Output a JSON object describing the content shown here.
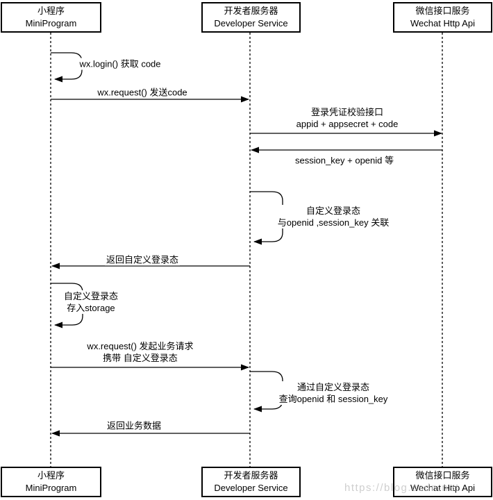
{
  "diagram": {
    "title_hint": "WeChat MiniProgram login sequence",
    "actors": [
      {
        "id": "miniprogram",
        "zh": "小程序",
        "en": "MiniProgram"
      },
      {
        "id": "developer-service",
        "zh": "开发者服务器",
        "en": "Developer Service"
      },
      {
        "id": "wechat-api",
        "zh": "微信接口服务",
        "en": "Wechat Http Api"
      }
    ],
    "messages": [
      {
        "type": "self",
        "from": "miniprogram",
        "to": "miniprogram",
        "line1": "wx.login() 获取 code"
      },
      {
        "type": "arrow",
        "from": "miniprogram",
        "to": "developer-service",
        "line1": "wx.request() 发送code"
      },
      {
        "type": "arrow",
        "from": "developer-service",
        "to": "wechat-api",
        "line1": "登录凭证校验接口",
        "line2": "appid + appsecret + code"
      },
      {
        "type": "arrow",
        "from": "wechat-api",
        "to": "developer-service",
        "line1": "session_key + openid 等"
      },
      {
        "type": "self",
        "from": "developer-service",
        "to": "developer-service",
        "line1": "自定义登录态",
        "line2": "与openid ,session_key 关联"
      },
      {
        "type": "arrow",
        "from": "developer-service",
        "to": "miniprogram",
        "line1": "返回自定义登录态"
      },
      {
        "type": "self",
        "from": "miniprogram",
        "to": "miniprogram",
        "line1": "自定义登录态",
        "line2": "存入storage"
      },
      {
        "type": "arrow",
        "from": "miniprogram",
        "to": "developer-service",
        "line1": "wx.request() 发起业务请求",
        "line2": "携带 自定义登录态"
      },
      {
        "type": "self",
        "from": "developer-service",
        "to": "developer-service",
        "line1": "通过自定义登录态",
        "line2": "查询openid 和 session_key"
      },
      {
        "type": "arrow",
        "from": "developer-service",
        "to": "miniprogram",
        "line1": "返回业务数据"
      }
    ],
    "watermark": "https://blog.csdn.net",
    "colors": {
      "line": "#000000",
      "background": "#ffffff",
      "box_fill": "#ffffff",
      "box_border": "#000000",
      "watermark": "#c3c3c3"
    }
  }
}
